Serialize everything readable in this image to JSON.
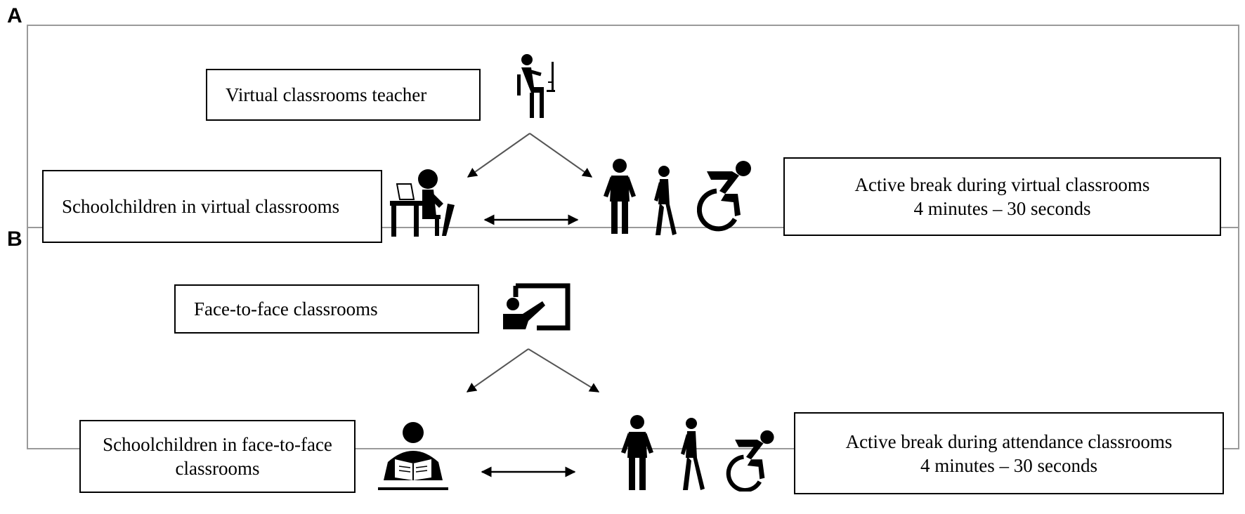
{
  "panel_a": {
    "letter": "A",
    "teacher_box": "Virtual classrooms teacher",
    "students_box": "Schoolchildren in virtual classrooms",
    "break_box": {
      "line1": "Active break during virtual classrooms",
      "line2": "4 minutes – 30 seconds"
    },
    "icons": [
      "teacher-at-computer-icon",
      "student-at-desk-icon",
      "standing-person-icon",
      "walking-person-icon",
      "wheelchair-user-icon"
    ]
  },
  "panel_b": {
    "letter": "B",
    "teacher_box": "Face-to-face classrooms",
    "students_box": "Schoolchildren in face-to-face classrooms",
    "break_box": {
      "line1": "Active break during attendance classrooms",
      "line2": "4 minutes – 30 seconds"
    },
    "icons": [
      "teacher-at-board-icon",
      "student-reading-icon",
      "standing-person-icon",
      "walking-person-icon",
      "wheelchair-user-icon"
    ]
  },
  "colors": {
    "panel_border": "#9a9a9a",
    "arrow": "#555555",
    "ink": "#000000"
  }
}
